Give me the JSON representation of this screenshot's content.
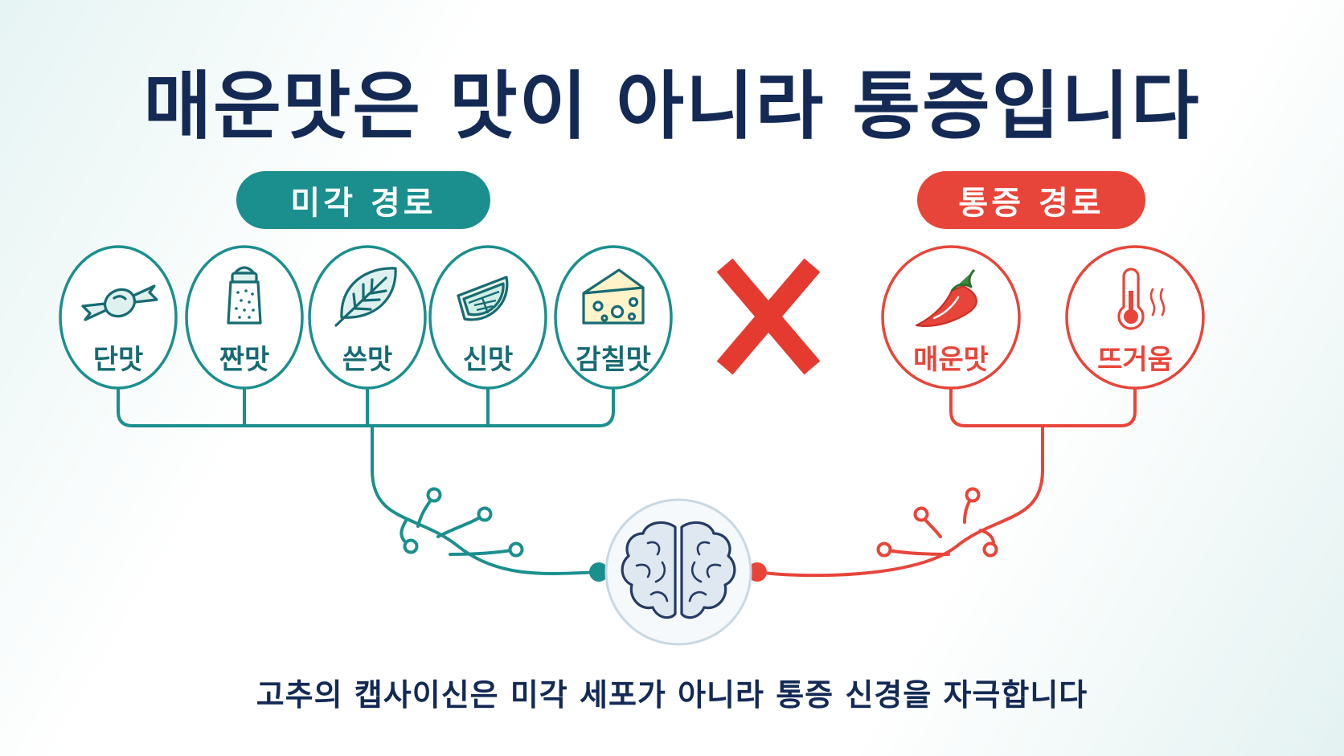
{
  "title": "매운맛은 맛이 아니라 통증입니다",
  "taste_pathway": {
    "label": "미각 경로",
    "color": "#1b8f8e",
    "items": [
      {
        "label": "단맛",
        "icon": "candy-icon"
      },
      {
        "label": "짠맛",
        "icon": "salt-shaker-icon"
      },
      {
        "label": "쓴맛",
        "icon": "leaf-icon"
      },
      {
        "label": "신맛",
        "icon": "lemon-slice-icon"
      },
      {
        "label": "감칠맛",
        "icon": "cheese-icon"
      }
    ]
  },
  "pain_pathway": {
    "label": "통증 경로",
    "color": "#e8453a",
    "items": [
      {
        "label": "매운맛",
        "icon": "chili-pepper-icon"
      },
      {
        "label": "뜨거움",
        "icon": "thermometer-icon"
      }
    ]
  },
  "separator_icon": "x-mark-icon",
  "center_icon": "brain-icon",
  "caption": "고추의 캡사이신은 미각 세포가 아니라 통증 신경을 자극합니다"
}
